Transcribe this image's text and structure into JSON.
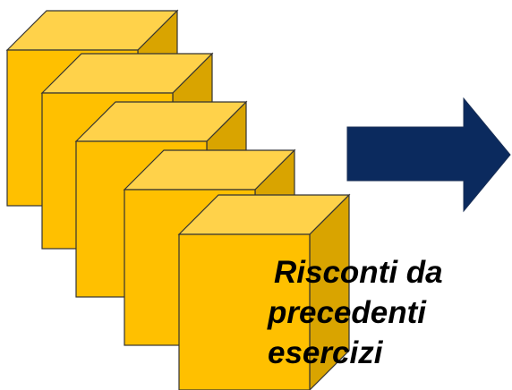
{
  "colors": {
    "cube_front": "#FFC000",
    "cube_top": "#FFD24A",
    "cube_side": "#D9A400",
    "cube_outline": "#333333",
    "arrow_fill": "#0B2A5E",
    "text": "#000000"
  },
  "caption": {
    "line1": "Risconti da",
    "line2": "precedenti",
    "line3": "esercizi"
  },
  "icons": {
    "cubes": "stacked-cubes",
    "arrow": "right-arrow"
  }
}
